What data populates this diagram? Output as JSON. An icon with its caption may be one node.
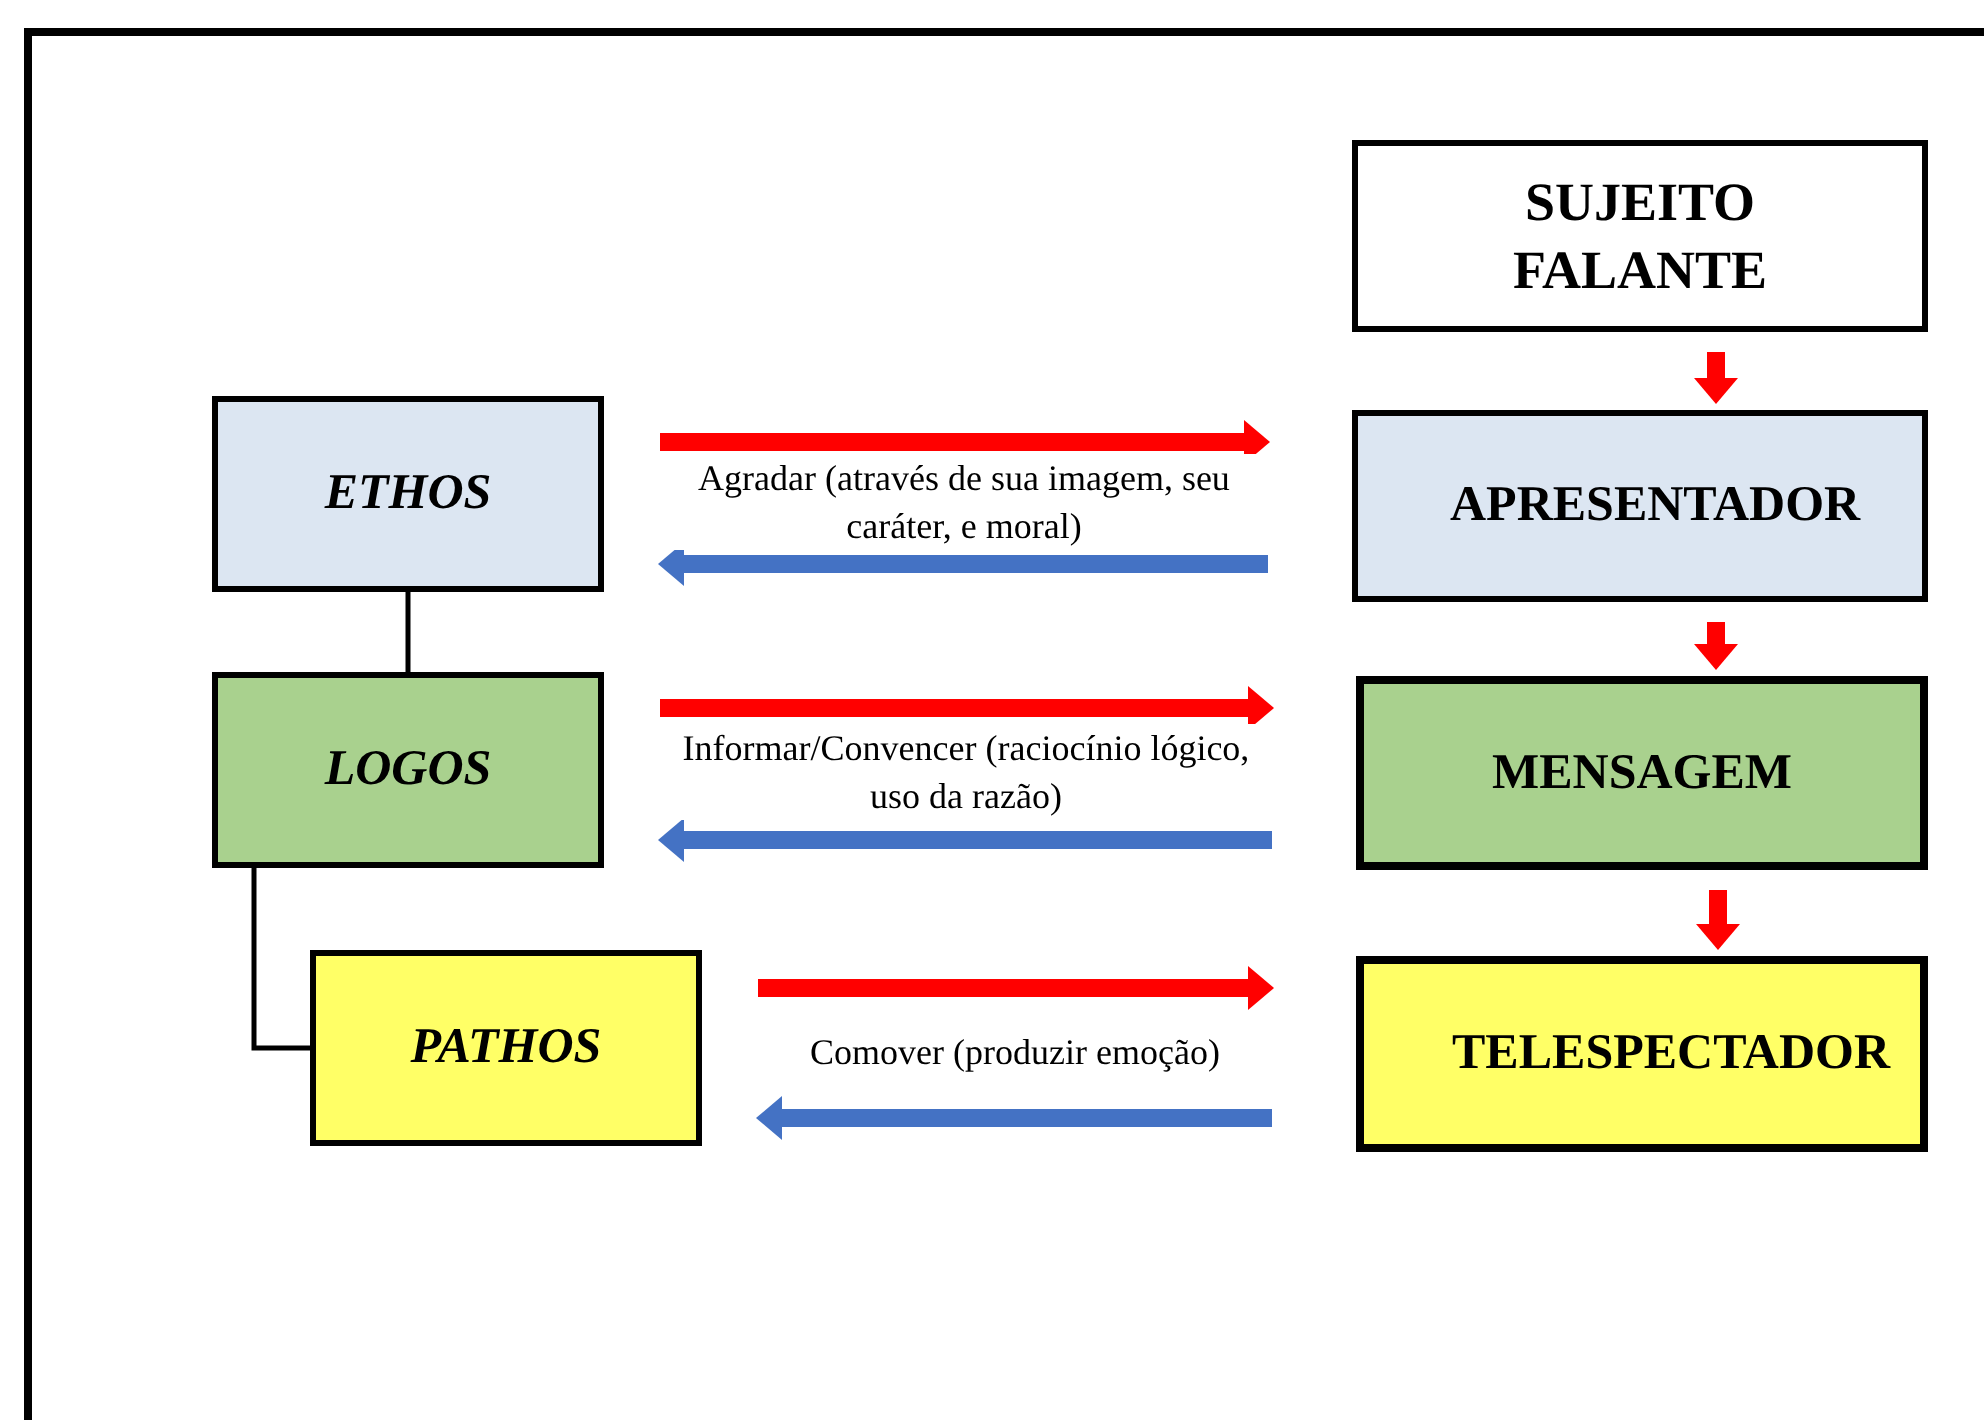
{
  "diagram": {
    "nodes": [
      {
        "text": [
          "SUJEITO FALANTE"
        ]
      },
      {
        "text": [
          "APRESENTADOR"
        ]
      },
      {
        "text": [
          "MENSAGEM"
        ]
      },
      {
        "text": [
          "TELESPECTADOR"
        ]
      },
      {
        "text": [
          "ETHOS"
        ]
      },
      {
        "text": [
          "LOGOS"
        ]
      },
      {
        "text": [
          "PATHOS"
        ]
      }
    ],
    "edges": [
      {
        "from": 0,
        "to": 1,
        "arrow": "to"
      },
      {
        "from": 1,
        "to": 2,
        "arrow": "to"
      },
      {
        "from": 2,
        "to": 3,
        "arrow": "to"
      },
      {
        "from": 4,
        "to": 1,
        "arrow": "to",
        "label": "Agradar (através de sua imagem, seu caráter, e moral)"
      },
      {
        "from": 1,
        "to": 4,
        "arrow": "to",
        "color": "#4472c4"
      },
      {
        "from": 5,
        "to": 2,
        "arrow": "to",
        "label": "Informar/Convencer (raciocínio lógico, uso da razão)"
      },
      {
        "from": 2,
        "to": 5,
        "arrow": "to",
        "color": "#4472c4"
      },
      {
        "from": 6,
        "to": 3,
        "arrow": "to",
        "label": "Comover (produzir emoção)"
      },
      {
        "from": 3,
        "to": 6,
        "arrow": "to",
        "color": "#4472c4"
      },
      {
        "from": 4,
        "to": 5,
        "arrow": "none",
        "color": "#000000"
      },
      {
        "from": 5,
        "to": 6,
        "arrow": "none",
        "color": "#000000"
      }
    ]
  }
}
